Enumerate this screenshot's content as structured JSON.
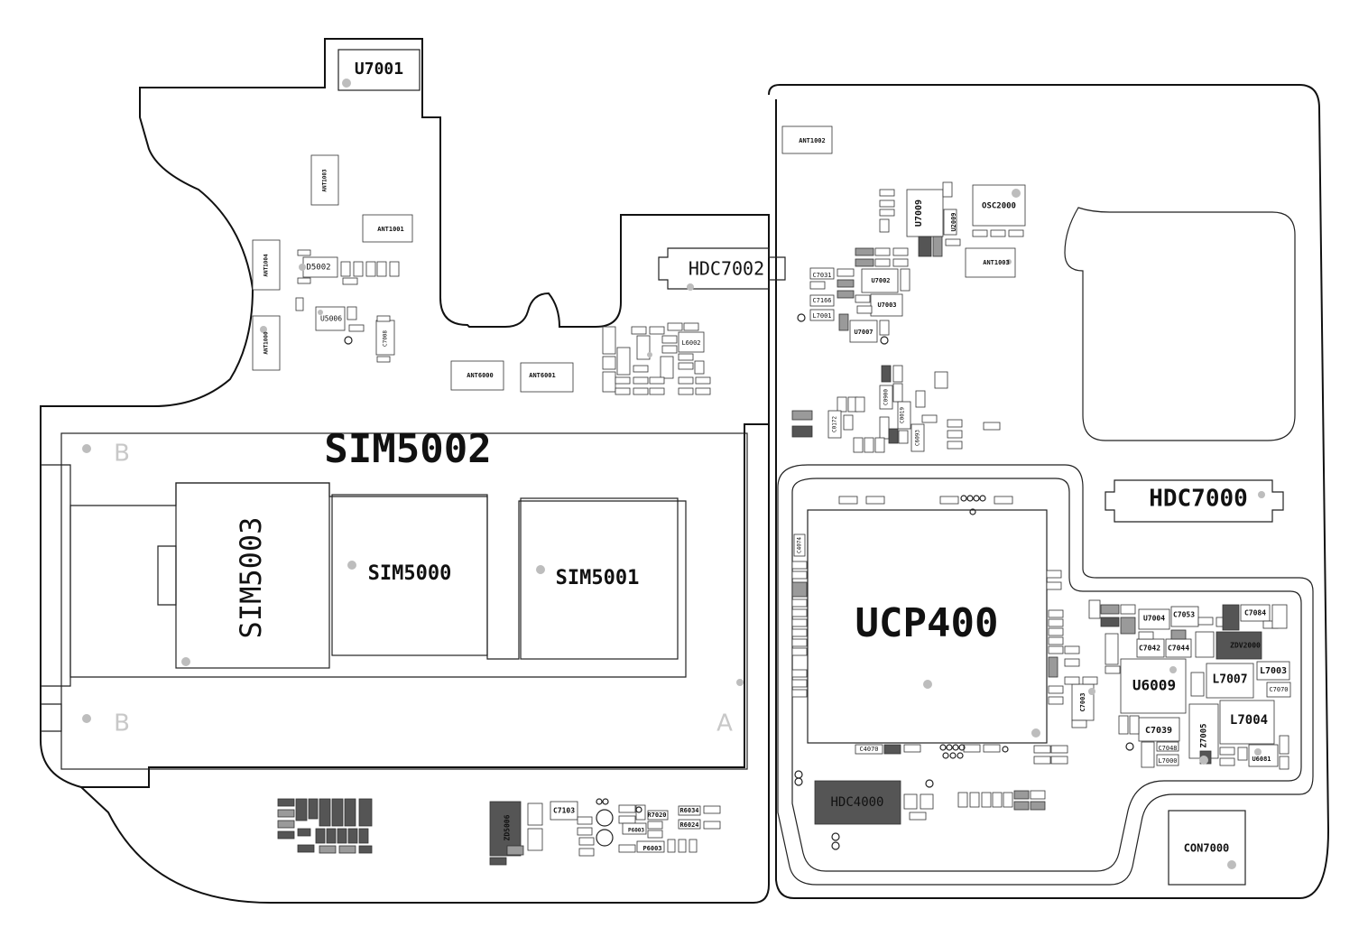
{
  "components": {
    "u7001": "U7001",
    "ant1003a": "ANT1003",
    "ant1001": "ANT1001",
    "ant1004": "ANT1004",
    "ant1000": "ANT1000",
    "d5002": "D5002",
    "u5006": "U5006",
    "c7008": "C7008",
    "ant6000": "ANT6000",
    "ant6001": "ANT6001",
    "hdc7002": "HDC7002",
    "ant1002": "ANT1002",
    "u7009": "U7009",
    "u2009": "U2009",
    "osc2000": "OSC2000",
    "ant1003b": "ANT1003",
    "c7031": "C7031",
    "u7002": "U7002",
    "c7166": "C7166",
    "u7003": "U7003",
    "l7001": "L7001",
    "u7007": "U7007",
    "l6002": "L6002",
    "sim5002": "SIM5002",
    "sim5003": "SIM5003",
    "sim5000": "SIM5000",
    "sim5001": "SIM5001",
    "ucp400": "UCP400",
    "hdc7000": "HDC7000",
    "hdc4000": "HDC4000",
    "u7004": "U7004",
    "c7053": "C7053",
    "c7084": "C7084",
    "zdv2000": "ZDV2000",
    "c7042": "C7042",
    "c7044": "C7044",
    "u6009": "U6009",
    "l7007": "L7007",
    "l7003": "L7003",
    "c7070": "C7070",
    "c7003": "C7003",
    "l7004": "L7004",
    "c7039": "C7039",
    "c7048": "C7048",
    "l7000": "L7000",
    "z7005": "Z7005",
    "u6081": "U6081",
    "con7000": "CON7000",
    "zd5006": "ZD5006",
    "c7103": "C7103",
    "r7020": "R7020",
    "r6034": "R6034",
    "r6024": "R6024",
    "p6003a": "P6003",
    "p6003b": "P6003",
    "c4070": "C4070",
    "c4074": "C4074",
    "c0900": "C0900",
    "c0172": "C0172",
    "c0019": "C0019",
    "c6093": "C6093"
  },
  "markers": {
    "b_top": "B",
    "b_bottom": "B",
    "a": "A"
  }
}
